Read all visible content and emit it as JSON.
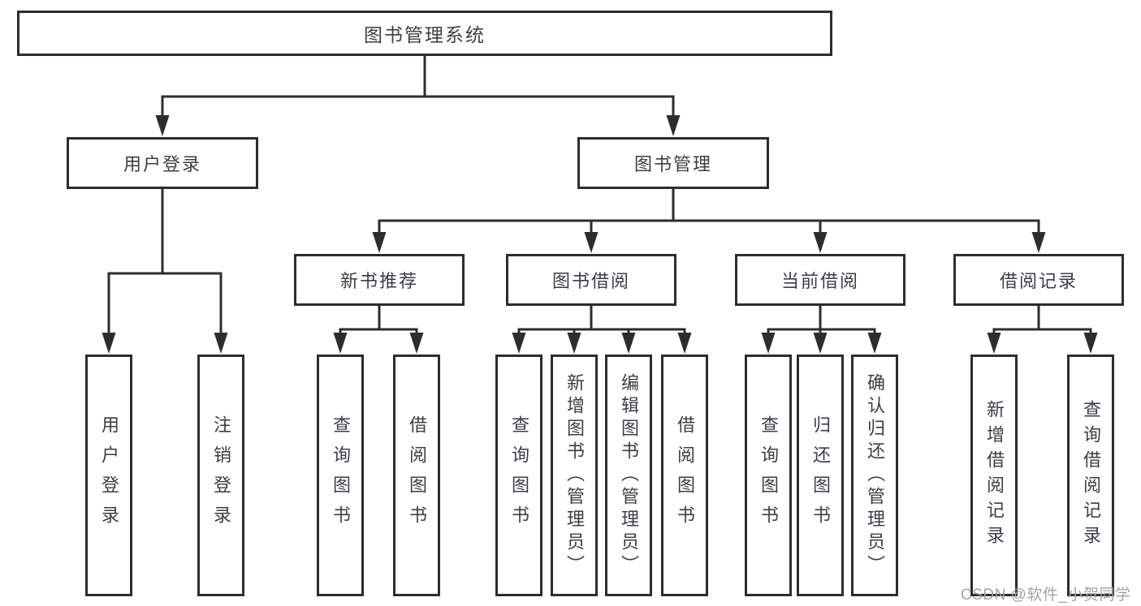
{
  "diagram": {
    "root": {
      "label": "图书管理系统",
      "children": [
        {
          "label": "用户登录",
          "children": [
            {
              "label": "用户登录"
            },
            {
              "label": "注销登录"
            }
          ]
        },
        {
          "label": "图书管理",
          "children": [
            {
              "label": "新书推荐",
              "children": [
                {
                  "label": "查询图书"
                },
                {
                  "label": "借阅图书"
                }
              ]
            },
            {
              "label": "图书借阅",
              "children": [
                {
                  "label": "查询图书"
                },
                {
                  "label": "新增图书（管理员）"
                },
                {
                  "label": "编辑图书（管理员）"
                },
                {
                  "label": "借阅图书"
                }
              ]
            },
            {
              "label": "当前借阅",
              "children": [
                {
                  "label": "查询图书"
                },
                {
                  "label": "归还图书"
                },
                {
                  "label": "确认归还（管理员）"
                }
              ]
            },
            {
              "label": "借阅记录",
              "children": [
                {
                  "label": "新增借阅记录"
                },
                {
                  "label": "查询借阅记录"
                }
              ]
            }
          ]
        }
      ]
    }
  },
  "watermark": {
    "text": "CSDN @软件_小贺同学"
  },
  "colors": {
    "line": "#2d2d2d",
    "text": "#3b3e44",
    "watermark": "#a3a3a3",
    "background": "#ffffff"
  }
}
